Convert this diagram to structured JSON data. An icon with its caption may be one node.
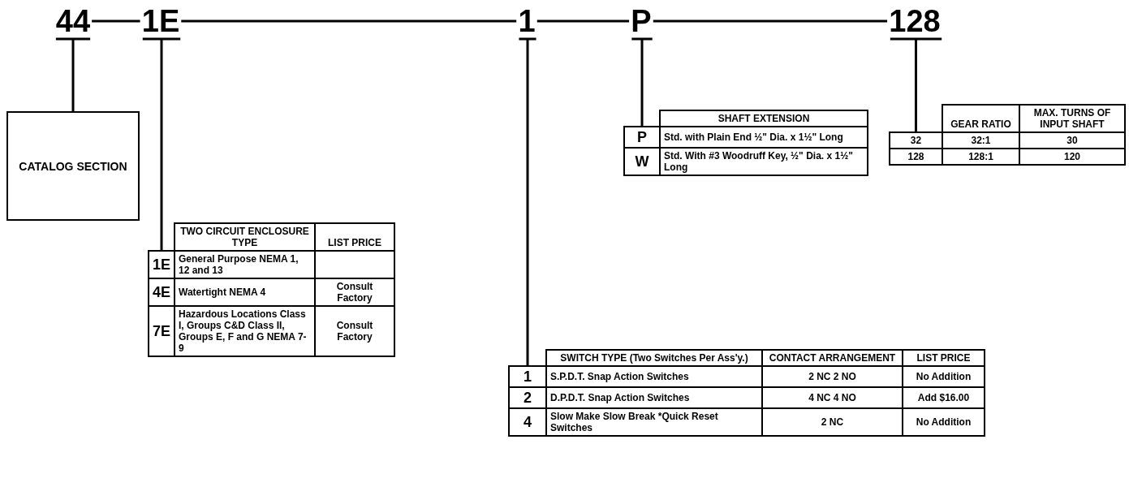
{
  "diagram": {
    "nodes": [
      {
        "text": [
          "44"
        ]
      },
      {
        "text": [
          "1E"
        ]
      },
      {
        "text": [
          "1"
        ]
      },
      {
        "text": [
          "P"
        ]
      },
      {
        "text": [
          "128"
        ]
      },
      {
        "text": [
          "CATALOG SECTION"
        ]
      },
      {
        "text": [
          "1E"
        ]
      },
      {
        "text": [
          "1"
        ]
      },
      {
        "text": [
          "P"
        ]
      },
      {
        "text": [
          "32"
        ]
      }
    ],
    "edges": [
      {
        "from": 0,
        "to": 1,
        "arrow": "none"
      },
      {
        "from": 1,
        "to": 2,
        "arrow": "none"
      },
      {
        "from": 2,
        "to": 3,
        "arrow": "none"
      },
      {
        "from": 3,
        "to": 4,
        "arrow": "none"
      },
      {
        "from": 0,
        "to": 5,
        "arrow": "none"
      },
      {
        "from": 1,
        "to": 6,
        "arrow": "none"
      },
      {
        "from": 2,
        "to": 7,
        "arrow": "none"
      },
      {
        "from": 3,
        "to": 8,
        "arrow": "none"
      },
      {
        "from": 4,
        "to": 9,
        "arrow": "none"
      }
    ],
    "labels": [
      "TWO CIRCUIT ENCLOSURE TYPE",
      "LIST PRICE",
      "General Purpose NEMA 1, 12 and 13",
      "4E",
      "Watertight NEMA 4",
      "Consult Factory",
      "7E",
      "Hazardous Locations Class I, Groups C&D Class II, Groups E, F and G NEMA 7-9",
      "Consult Factory",
      "SWITCH TYPE (Two Switches Per Ass'y.)",
      "CONTACT ARRANGEMENT",
      "LIST PRICE",
      "S.P.D.T. Snap Action Switches",
      "2 NC 2 NO",
      "No Addition",
      "2",
      "D.P.D.T. Snap Action Switches",
      "4 NC 4 NO",
      "Add $16.00",
      "4",
      "Slow Make Slow Break *Quick Reset Switches",
      "2 NC",
      "No Addition",
      "SHAFT EXTENSION",
      "Std. with Plain End ½\" Dia. x 1½\" Long",
      "W",
      "Std. With #3 Woodruff Key, ½\" Dia. x 1½\" Long",
      "GEAR RATIO",
      "MAX. TURNS OF INPUT SHAFT",
      "32:1",
      "30",
      "128",
      "128:1",
      "120"
    ]
  }
}
